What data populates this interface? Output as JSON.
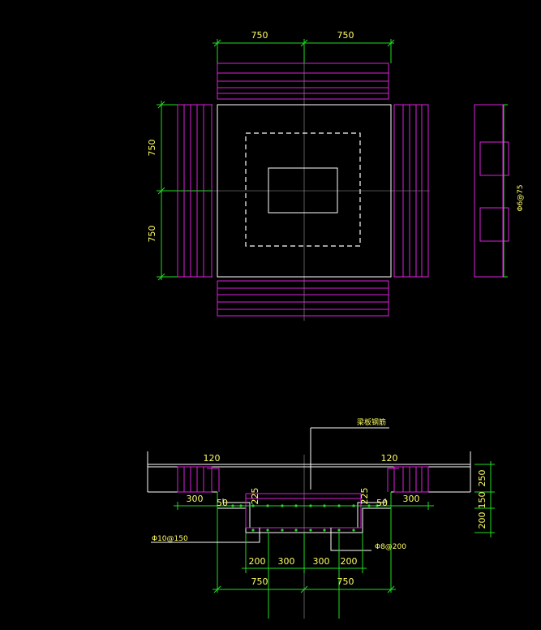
{
  "plan": {
    "dims_top": [
      "750",
      "750"
    ],
    "dims_left": [
      "750",
      "750"
    ],
    "side_label": "Φ6@75"
  },
  "section": {
    "top_label": "梁板钢筋",
    "left_120": "120",
    "right_120": "120",
    "left_300": "300",
    "right_300": "300",
    "left_50": "50",
    "right_50": "50",
    "left_225": "225",
    "right_225": "225",
    "right_250": "250",
    "right_150": "150",
    "right_200": "200",
    "rebar_left": "Φ10@150",
    "rebar_right": "Φ8@200",
    "bottom_dims": [
      "200",
      "300",
      "300",
      "200"
    ],
    "bottom_750": [
      "750",
      "750"
    ]
  }
}
